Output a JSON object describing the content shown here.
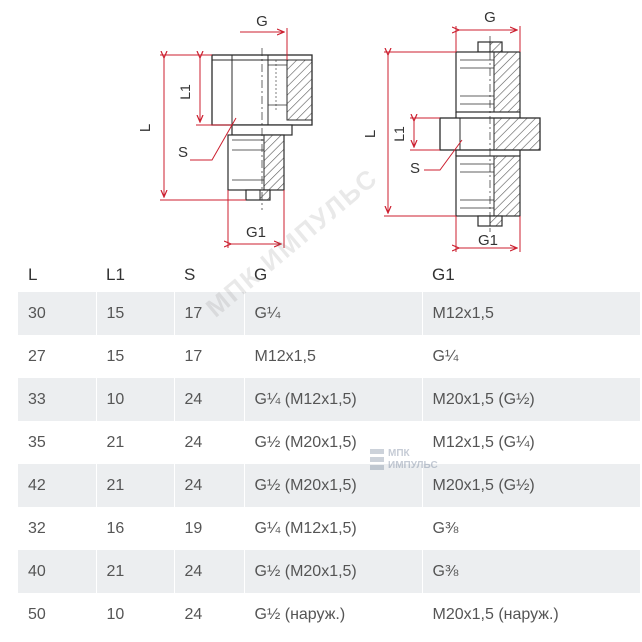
{
  "drawing": {
    "left_labels": {
      "G": "G",
      "L": "L",
      "L1": "L1",
      "S": "S",
      "G1": "G1"
    },
    "right_labels": {
      "G": "G",
      "L": "L",
      "L1": "L1",
      "S": "S",
      "G1": "G1"
    },
    "colors": {
      "dimension": "#cc1f2f",
      "outline": "#2b2b2b",
      "hatch": "#555555"
    }
  },
  "table": {
    "headers": [
      "L",
      "L1",
      "S",
      "G",
      "G1"
    ],
    "rows": [
      [
        "30",
        "15",
        "17",
        "G¼",
        "M12x1,5"
      ],
      [
        "27",
        "15",
        "17",
        "M12x1,5",
        "G¼"
      ],
      [
        "33",
        "10",
        "24",
        "G¼ (M12x1,5)",
        "M20x1,5 (G½)"
      ],
      [
        "35",
        "21",
        "24",
        "G½ (M20x1,5)",
        "M12x1,5 (G¼)"
      ],
      [
        "42",
        "21",
        "24",
        "G½ (M20x1,5)",
        "M20x1,5 (G½)"
      ],
      [
        "32",
        "16",
        "19",
        "G¼ (M12x1,5)",
        "G⅜"
      ],
      [
        "40",
        "21",
        "24",
        "G½ (M20x1,5)",
        "G⅜"
      ],
      [
        "50",
        "10",
        "24",
        "G½ (наруж.)",
        "M20x1,5 (наруж.)"
      ]
    ]
  },
  "watermark": {
    "text": "МПК ИМПУЛЬС"
  },
  "logo": {
    "line1": "МПК",
    "line2": "ИМПУЛЬС"
  }
}
